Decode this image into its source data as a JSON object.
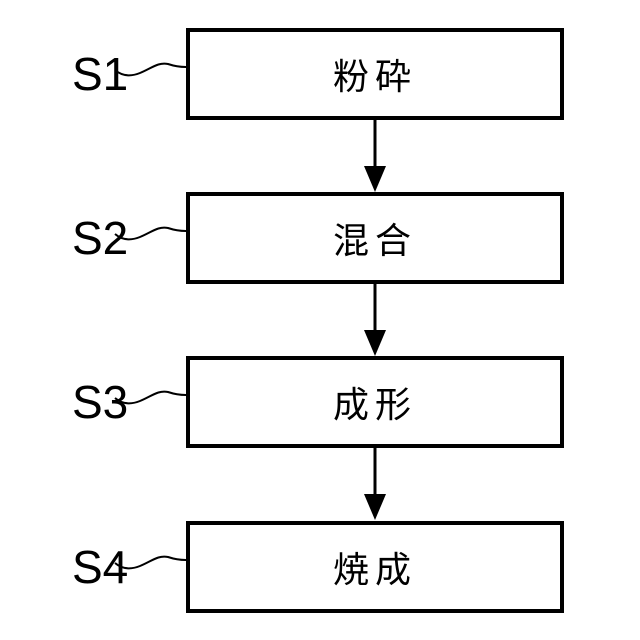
{
  "figure": {
    "type": "flowchart",
    "background_color": "#ffffff",
    "line_color": "#000000",
    "flow_direction": "top-to-bottom",
    "steps": [
      {
        "id": "S1",
        "label": "粉砕"
      },
      {
        "id": "S2",
        "label": "混合"
      },
      {
        "id": "S3",
        "label": "成形"
      },
      {
        "id": "S4",
        "label": "焼成"
      }
    ],
    "connectors": {
      "arrow_count": 3,
      "arrow_style": "solid filled triangle head, vertical stem",
      "label_connector_style": "wavy tilde line from step id to box left edge"
    }
  }
}
